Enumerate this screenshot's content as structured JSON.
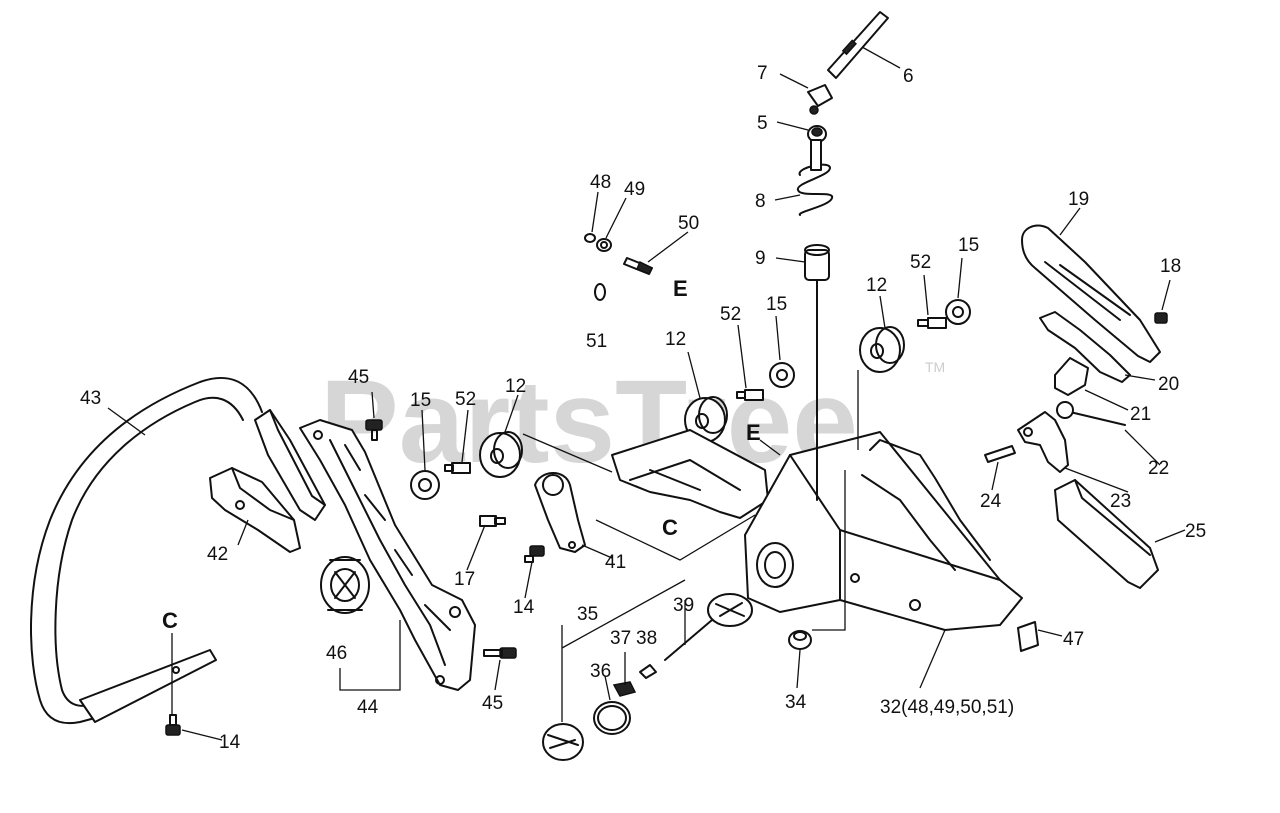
{
  "watermark": {
    "text": "PartsTree",
    "trademark": "TM"
  },
  "colors": {
    "ink": "#111111",
    "watermark": "#d6d6d6",
    "background": "#ffffff"
  },
  "labels": {
    "p5": "5",
    "p6": "6",
    "p7": "7",
    "p8": "8",
    "p9": "9",
    "p12a": "12",
    "p12b": "12",
    "p12c": "12",
    "p14a": "14",
    "p14b": "14",
    "p15a": "15",
    "p15b": "15",
    "p15c": "15",
    "p17": "17",
    "p18": "18",
    "p19": "19",
    "p20": "20",
    "p21": "21",
    "p22": "22",
    "p23": "23",
    "p24": "24",
    "p25": "25",
    "p32": "32(48,49,50,51)",
    "p34": "34",
    "p35": "35",
    "p36": "36",
    "p37": "37",
    "p38": "38",
    "p39": "39",
    "p41": "41",
    "p42": "42",
    "p43": "43",
    "p44": "44",
    "p45a": "45",
    "p45b": "45",
    "p46": "46",
    "p47": "47",
    "p48": "48",
    "p49": "49",
    "p50": "50",
    "p51": "51",
    "p52a": "52",
    "p52b": "52",
    "p52c": "52"
  },
  "refs": {
    "c1": "C",
    "c2": "C",
    "e1": "E",
    "e2": "E"
  }
}
